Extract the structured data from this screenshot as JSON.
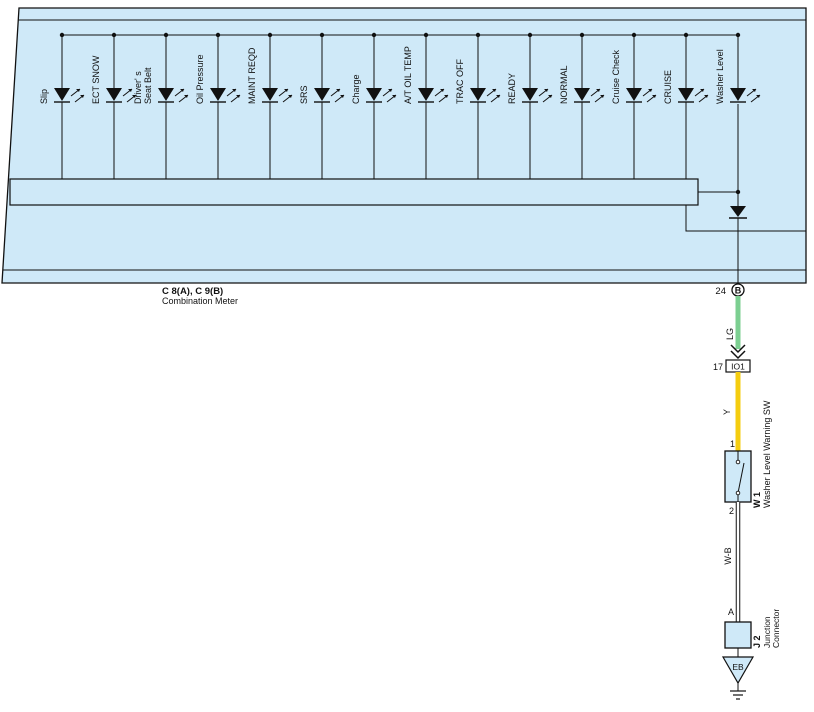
{
  "meter": {
    "code": "C 8(A), C 9(B)",
    "name": "Combination Meter",
    "pin": "24",
    "connector": "B"
  },
  "indicators": [
    "Slip",
    "ECT SNOW",
    "Driver' s\nSeat Belt",
    "Oil Pressure",
    "MAINT REQD",
    "SRS",
    "Charge",
    "A/T OIL TEMP",
    "TRAC OFF",
    "READY",
    "NORMAL",
    "Cruise Check",
    "CRUISE",
    "Washer Level"
  ],
  "wire1": {
    "color_code": "LG",
    "color": "#7ccf91"
  },
  "junction_connector": {
    "pin": "17",
    "id": "IO1"
  },
  "wire2": {
    "color_code": "Y",
    "color": "#f5cd10"
  },
  "switch": {
    "pin_in": "1",
    "pin_out": "2",
    "code": "W 1",
    "name": "Washer Level Warning SW"
  },
  "wire3": {
    "color_code": "W-B"
  },
  "junction": {
    "pin": "A",
    "code": "J 2",
    "name": "Junction\nConnector"
  },
  "ground": {
    "label": "EB"
  },
  "colors": {
    "panel_fill": "#cfe9f8",
    "line": "#111111"
  }
}
